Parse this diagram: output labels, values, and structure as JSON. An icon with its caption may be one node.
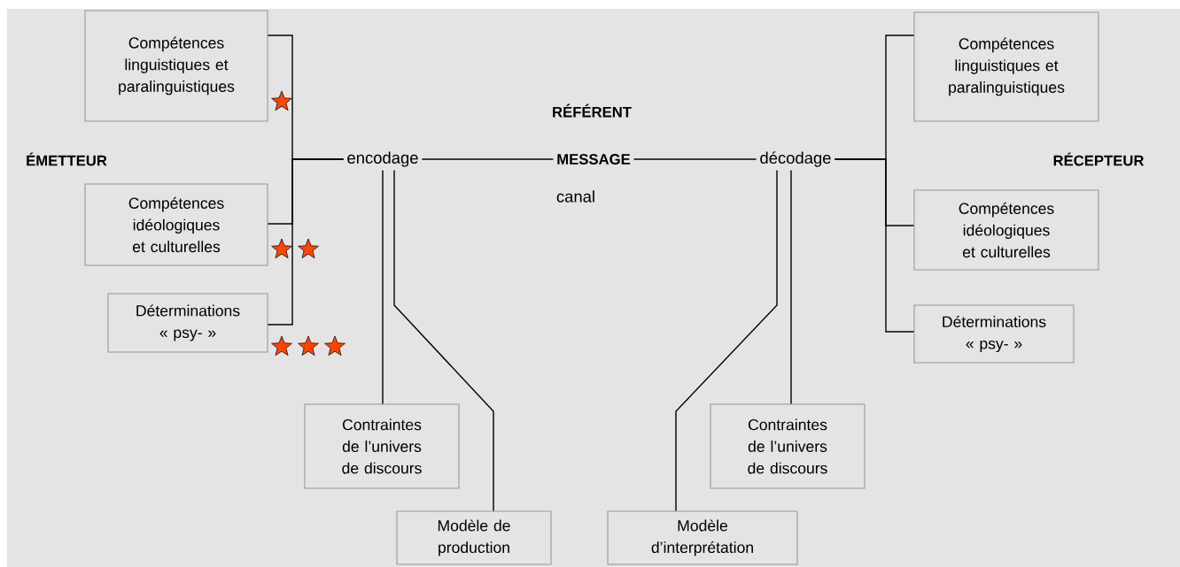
{
  "diagram": {
    "nodes": [
      {
        "text": [
          "Compétences linguistiques et paralinguistiques"
        ]
      },
      {
        "text": [
          "Compétences idéologiques et culturelles"
        ]
      },
      {
        "text": [
          "Déterminations « psy- »"
        ]
      },
      {
        "text": [
          "encodage"
        ]
      },
      {
        "text": [
          "MESSAGE"
        ]
      },
      {
        "text": [
          "décodage"
        ]
      },
      {
        "text": [
          "Compétences linguistiques et paralinguistiques"
        ]
      },
      {
        "text": [
          "Compétences idéologiques et culturelles"
        ]
      },
      {
        "text": [
          "Déterminations « psy- »"
        ]
      },
      {
        "text": [
          "Contraintes de l’univers de discours"
        ]
      },
      {
        "text": [
          "Modèle de production"
        ]
      },
      {
        "text": [
          "Contraintes de l’univers de discours"
        ]
      },
      {
        "text": [
          "Modèle d’interprétation"
        ]
      }
    ],
    "edges": [
      {
        "from": 0,
        "to": 3,
        "arrow": "none"
      },
      {
        "from": 1,
        "to": 3,
        "arrow": "none"
      },
      {
        "from": 2,
        "to": 3,
        "arrow": "none"
      },
      {
        "from": 3,
        "to": 4,
        "arrow": "none"
      },
      {
        "from": 4,
        "to": 5,
        "arrow": "none"
      },
      {
        "from": 5,
        "to": 6,
        "arrow": "none"
      },
      {
        "from": 5,
        "to": 7,
        "arrow": "none"
      },
      {
        "from": 5,
        "to": 8,
        "arrow": "none"
      },
      {
        "from": 3,
        "to": 9,
        "arrow": "none"
      },
      {
        "from": 3,
        "to": 10,
        "arrow": "none"
      },
      {
        "from": 5,
        "to": 12,
        "arrow": "none"
      },
      {
        "from": 5,
        "to": 11,
        "arrow": "none"
      }
    ],
    "labels": [
      "RÉFÉRENT",
      "ÉMETTEUR",
      "canal",
      "RÉCEPTEUR"
    ]
  }
}
